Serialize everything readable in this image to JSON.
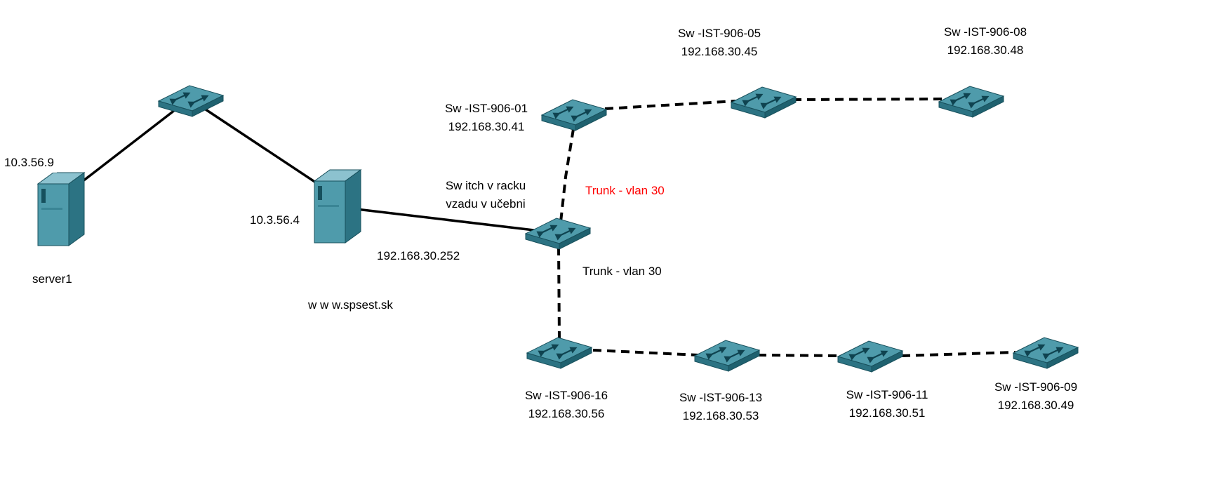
{
  "diagram_labels": {
    "trunk_red": "Trunk - vlan 30",
    "trunk_black": "Trunk - vlan 30",
    "rack_switch_line1": "Sw itch v racku",
    "rack_switch_line2": "vzadu v učebni"
  },
  "devices": {
    "core_switch": {
      "type": "switch"
    },
    "server1": {
      "type": "server",
      "name": "server1",
      "ip": "10.3.56.9"
    },
    "web_server": {
      "type": "server",
      "name": "w w w.spsest.sk",
      "ip_wan": "10.3.56.4",
      "ip_lan": "192.168.30.252"
    },
    "rack_switch": {
      "type": "switch"
    },
    "sw01": {
      "type": "switch",
      "name": "Sw -IST-906-01",
      "ip": "192.168.30.41"
    },
    "sw05": {
      "type": "switch",
      "name": "Sw -IST-906-05",
      "ip": "192.168.30.45"
    },
    "sw08": {
      "type": "switch",
      "name": "Sw -IST-906-08",
      "ip": "192.168.30.48"
    },
    "sw16": {
      "type": "switch",
      "name": "Sw -IST-906-16",
      "ip": "192.168.30.56"
    },
    "sw13": {
      "type": "switch",
      "name": "Sw -IST-906-13",
      "ip": "192.168.30.53"
    },
    "sw11": {
      "type": "switch",
      "name": "Sw -IST-906-11",
      "ip": "192.168.30.51"
    },
    "sw09": {
      "type": "switch",
      "name": "Sw -IST-906-09",
      "ip": "192.168.30.49"
    }
  },
  "colors": {
    "trunk_highlight": "#ff0000",
    "link": "#000000",
    "device_teal": "#4f9bab",
    "label_background": "#ffffff"
  }
}
